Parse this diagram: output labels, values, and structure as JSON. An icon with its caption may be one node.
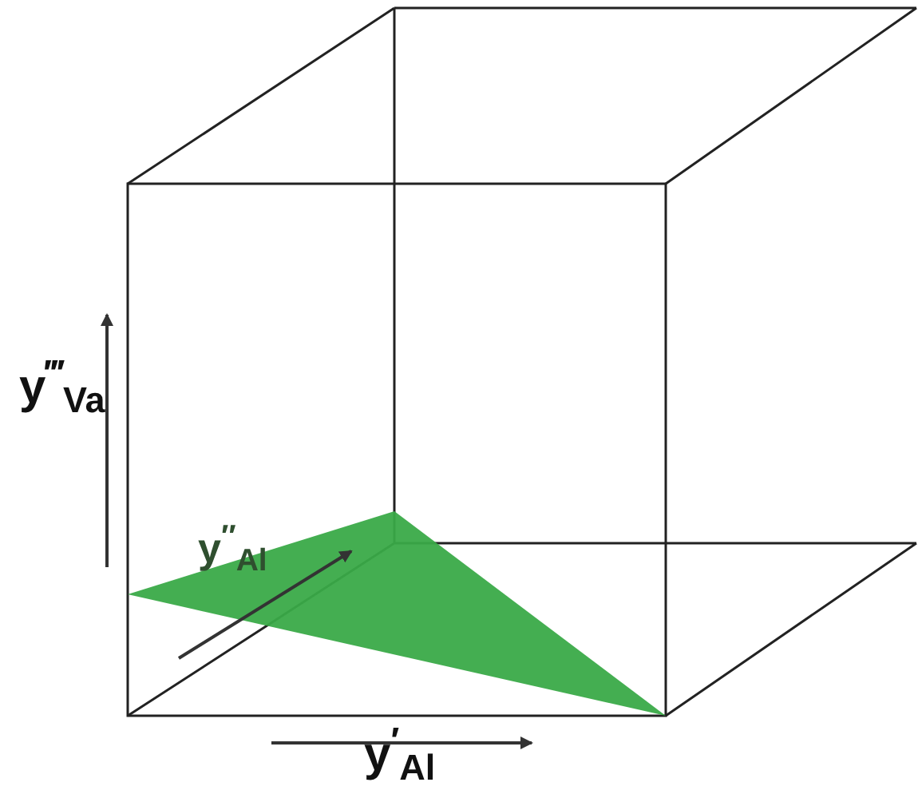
{
  "diagram": {
    "labels": [
      "y$^{‴}$$_{Va}$",
      "y$^{″}$$_{Al}$",
      "y$^{′}$$_{Al}$"
    ]
  }
}
